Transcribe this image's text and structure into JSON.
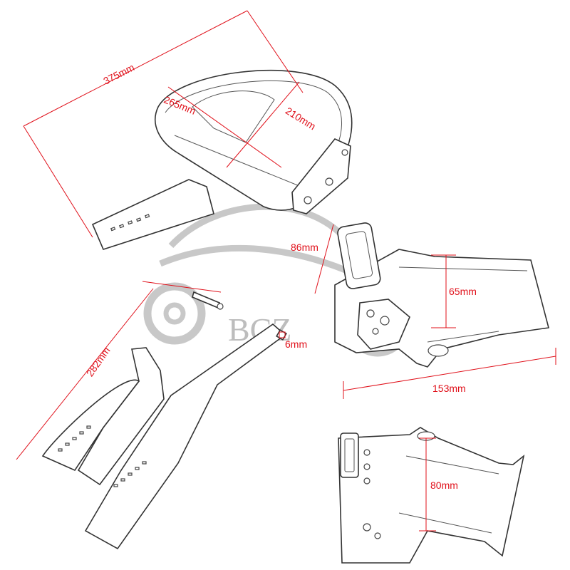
{
  "watermark": {
    "text": "BCZ",
    "color": "#c0c0c0"
  },
  "colors": {
    "dimension": "#e0101a",
    "outline": "#333333"
  },
  "dimensions": {
    "overall_length": "375mm",
    "pad_width": "265mm",
    "pad_height": "210mm",
    "bracket_depth": "86mm",
    "bracket_height": "65mm",
    "bracket_length": "153mm",
    "strap_length": "282mm",
    "bolt_diameter": "6mm",
    "mount_height": "80mm"
  }
}
